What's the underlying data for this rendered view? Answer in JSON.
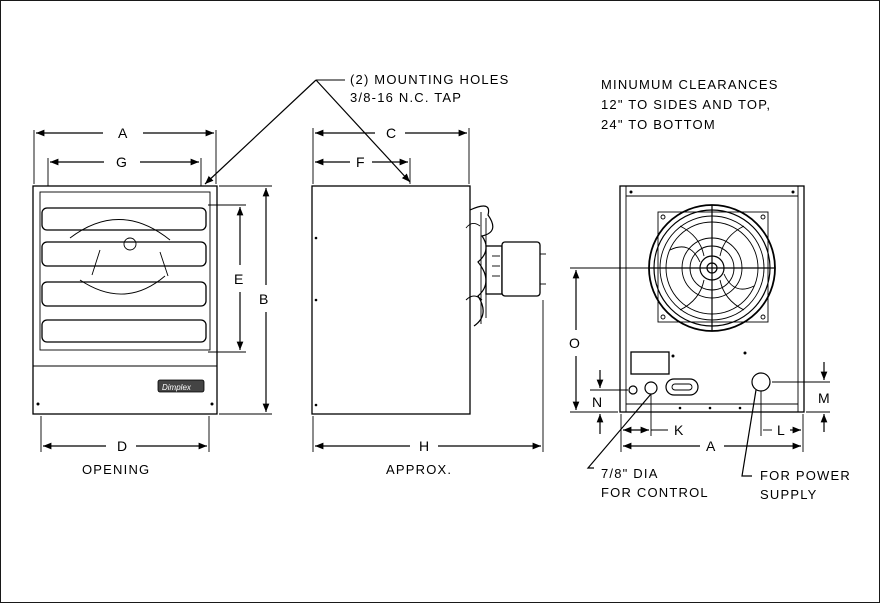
{
  "notes": {
    "mounting_holes": [
      "(2) MOUNTING HOLES",
      "3/8-16 N.C. TAP"
    ],
    "clearances": [
      "MINUMUM CLEARANCES",
      "12\" TO SIDES AND TOP,",
      "24\" TO BOTTOM"
    ],
    "opening": "OPENING",
    "approx": "APPROX.",
    "control_hole": [
      "7/8\" DIA",
      "FOR CONTROL"
    ],
    "power_hole": [
      "FOR POWER",
      "SUPPLY"
    ],
    "logo_text": "Dimplex"
  },
  "dimensions": {
    "A_front": "A",
    "G": "G",
    "E": "E",
    "B": "B",
    "D": "D",
    "C": "C",
    "F": "F",
    "H": "H",
    "O": "O",
    "N": "N",
    "M": "M",
    "K": "K",
    "L": "L",
    "A_rear": "A"
  }
}
